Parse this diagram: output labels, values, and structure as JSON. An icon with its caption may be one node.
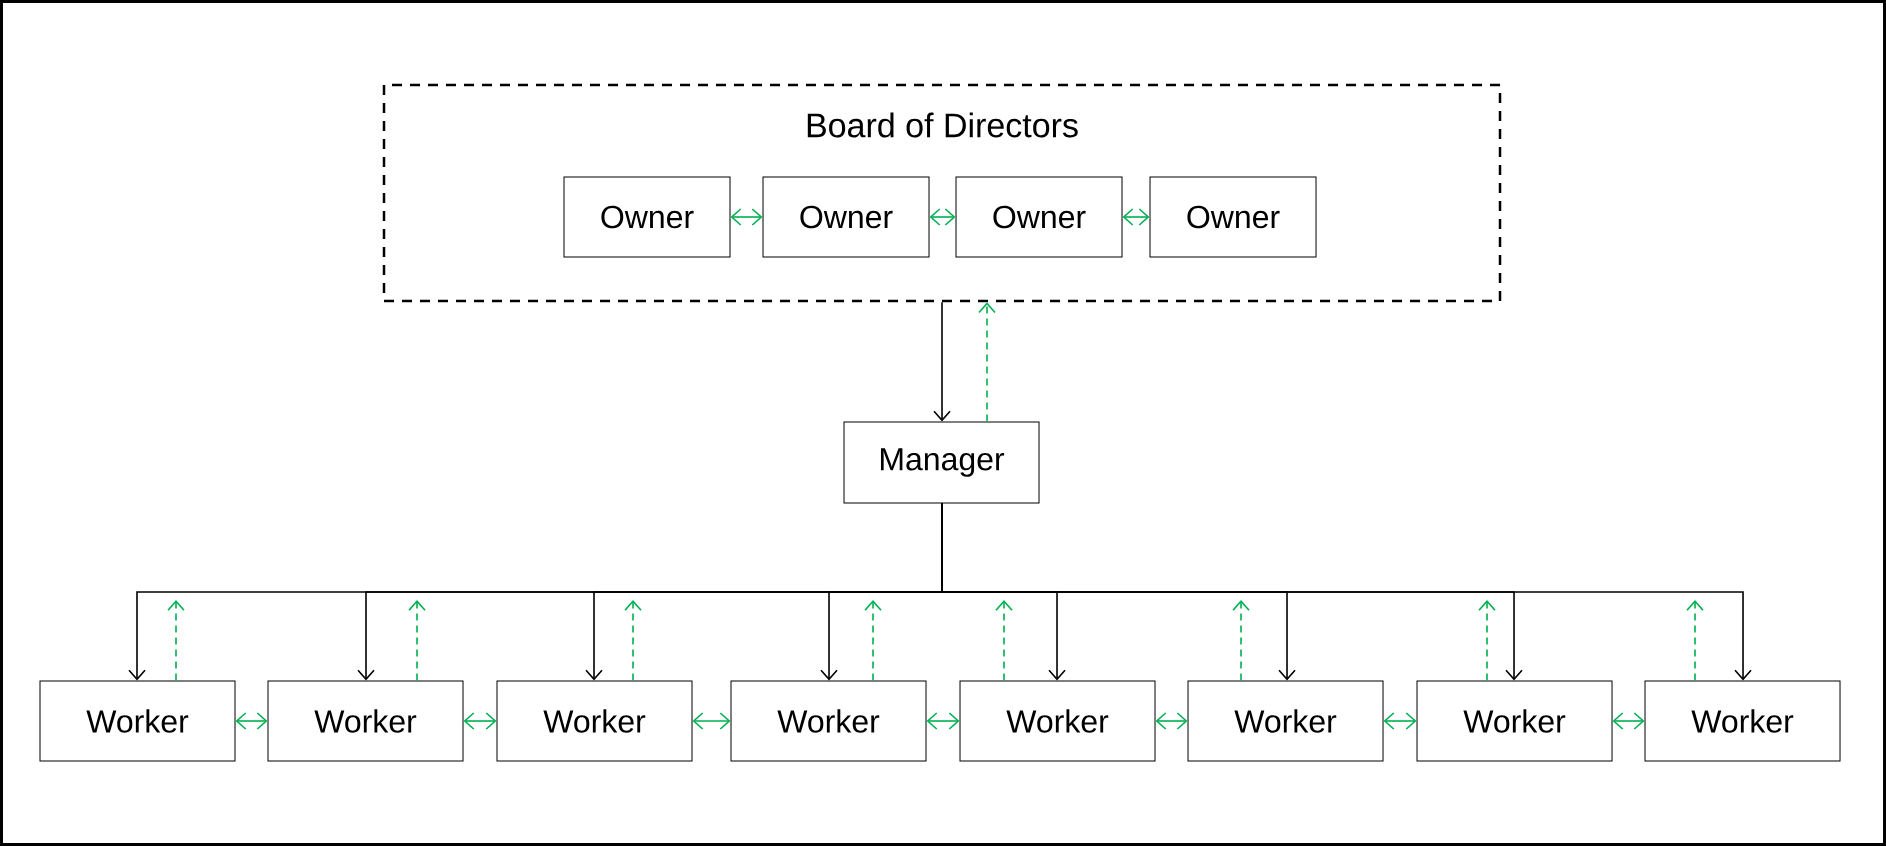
{
  "diagram": {
    "nodes": [
      {
        "text": [
          "Board of Directors"
        ]
      },
      {
        "text": [
          "Owner"
        ],
        "in": 0
      },
      {
        "text": [
          "Owner"
        ],
        "in": 0
      },
      {
        "text": [
          "Owner"
        ],
        "in": 0
      },
      {
        "text": [
          "Owner"
        ],
        "in": 0
      },
      {
        "text": [
          "Manager"
        ]
      },
      {
        "text": [
          "Worker"
        ]
      },
      {
        "text": [
          "Worker"
        ]
      },
      {
        "text": [
          "Worker"
        ]
      },
      {
        "text": [
          "Worker"
        ]
      },
      {
        "text": [
          "Worker"
        ]
      },
      {
        "text": [
          "Worker"
        ]
      },
      {
        "text": [
          "Worker"
        ]
      },
      {
        "text": [
          "Worker"
        ]
      }
    ],
    "edges": [
      {
        "from": 1,
        "to": 2,
        "arrow": "both"
      },
      {
        "from": 2,
        "to": 3,
        "arrow": "both"
      },
      {
        "from": 3,
        "to": 4,
        "arrow": "both"
      },
      {
        "from": 0,
        "to": 5,
        "arrow": "to",
        "color": "#000000"
      },
      {
        "from": 5,
        "to": 0,
        "arrow": "to",
        "style": "dashed"
      },
      {
        "from": 5,
        "to": 6,
        "arrow": "to",
        "color": "#000000"
      },
      {
        "from": 5,
        "to": 7,
        "arrow": "to",
        "color": "#000000"
      },
      {
        "from": 5,
        "to": 8,
        "arrow": "to",
        "color": "#000000"
      },
      {
        "from": 5,
        "to": 9,
        "arrow": "to",
        "color": "#000000"
      },
      {
        "from": 5,
        "to": 10,
        "arrow": "to",
        "color": "#000000"
      },
      {
        "from": 5,
        "to": 11,
        "arrow": "to",
        "color": "#000000"
      },
      {
        "from": 5,
        "to": 12,
        "arrow": "to",
        "color": "#000000"
      },
      {
        "from": 5,
        "to": 13,
        "arrow": "to",
        "color": "#000000"
      },
      {
        "from": 6,
        "to": null,
        "arrow": "to",
        "style": "dashed"
      },
      {
        "from": 7,
        "to": null,
        "arrow": "to",
        "style": "dashed"
      },
      {
        "from": 8,
        "to": null,
        "arrow": "to",
        "style": "dashed"
      },
      {
        "from": 9,
        "to": null,
        "arrow": "to",
        "style": "dashed"
      },
      {
        "from": 10,
        "to": null,
        "arrow": "to",
        "style": "dashed"
      },
      {
        "from": 11,
        "to": null,
        "arrow": "to",
        "style": "dashed"
      },
      {
        "from": 12,
        "to": null,
        "arrow": "to",
        "style": "dashed"
      },
      {
        "from": 13,
        "to": null,
        "arrow": "to",
        "style": "dashed"
      },
      {
        "from": 6,
        "to": 7,
        "arrow": "both"
      },
      {
        "from": 7,
        "to": 8,
        "arrow": "both"
      },
      {
        "from": 8,
        "to": 9,
        "arrow": "both"
      },
      {
        "from": 9,
        "to": 10,
        "arrow": "both"
      },
      {
        "from": 10,
        "to": 11,
        "arrow": "both"
      },
      {
        "from": 11,
        "to": 12,
        "arrow": "both"
      },
      {
        "from": 12,
        "to": 13,
        "arrow": "both"
      }
    ]
  }
}
